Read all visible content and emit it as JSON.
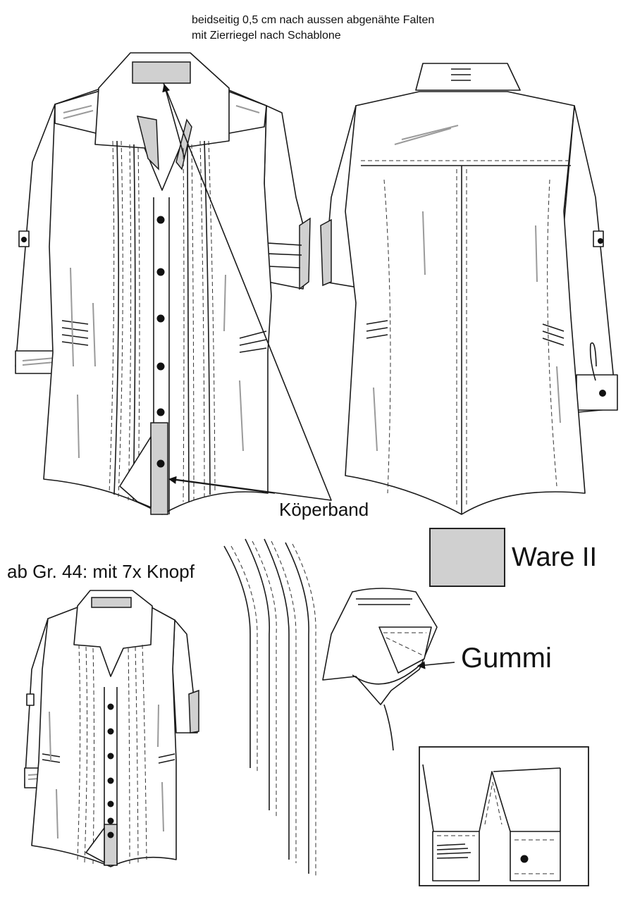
{
  "annotations": {
    "pleats_note_line1": "beidseitig 0,5 cm nach aussen abgenähte Falten",
    "pleats_note_line2": "mit Zierriegel nach Schablone",
    "twill_tape": "Köperband",
    "size_note": "ab Gr. 44: mit 7x Knopf",
    "elastic": "Gummi"
  },
  "legend": {
    "swatch_color": "#d0d0d0",
    "swatch_label": "Ware II"
  },
  "drawing": {
    "line_color": "#1a1a1a",
    "shading_color": "#9a9a9a",
    "contrast_fabric_color": "#d0d0d0",
    "front_view_buttons": 6,
    "small_front_view_buttons": 7
  }
}
